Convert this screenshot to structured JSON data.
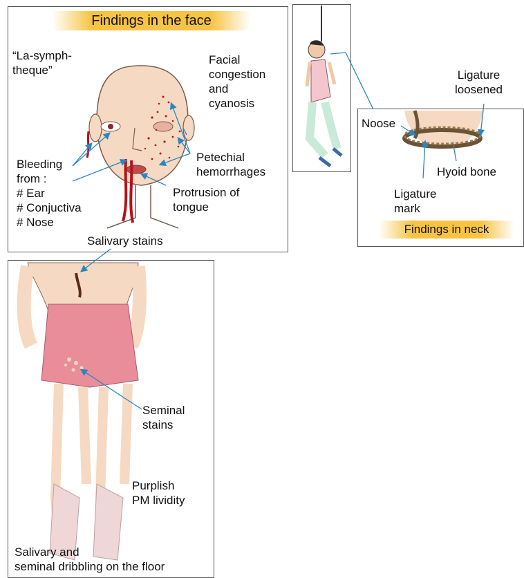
{
  "face_panel": {
    "title": "Findings in the face",
    "la_symph": "“La-symph-\ntheque”",
    "facial_congestion": "Facial\ncongestion\nand\ncyanosis",
    "petechial": "Petechial\nhemorrhages",
    "bleeding": "Bleeding\nfrom :\n# Ear\n# Conjuctiva\n# Nose",
    "protrusion": "Protrusion of\ntongue"
  },
  "salivary_stains": "Salivary stains",
  "neck_panel": {
    "title": "Findings in neck",
    "ligature_loosened": "Ligature\nloosened",
    "noose": "Noose",
    "hyoid_bone": "Hyoid bone",
    "ligature_mark": "Ligature\nmark"
  },
  "body_panel": {
    "seminal_stains": "Seminal\nstains",
    "pm_lividity": "Purplish\nPM lividity",
    "dribbling": "Salivary and\nseminal dribbling on the floor"
  },
  "colors": {
    "band": "#f6c342",
    "arrow": "#2a86c0",
    "skin": "#f6d9c2",
    "blood": "#b3121b",
    "shorts": "#e98d9a",
    "rope": "#6b5336"
  }
}
